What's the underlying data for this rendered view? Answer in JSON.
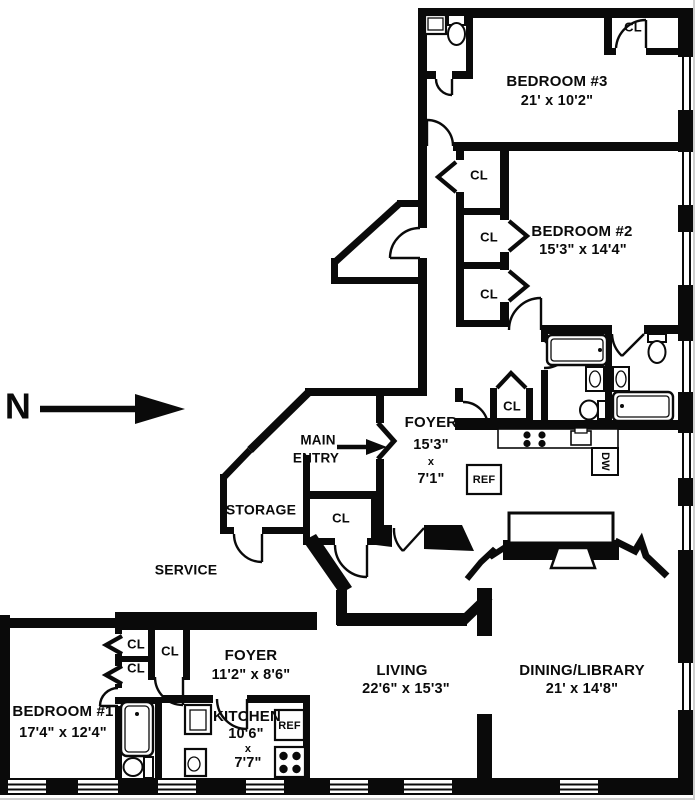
{
  "floorplan": {
    "compass_label": "N",
    "entry": {
      "line1": "MAIN",
      "line2": "ENTRY"
    },
    "closet_label": "CL",
    "appliances": {
      "fridge": "REF",
      "dishwasher": "DW"
    },
    "areas": {
      "storage": "STORAGE",
      "service": "SERVICE"
    },
    "rooms": {
      "bedroom3": {
        "name": "BEDROOM #3",
        "dims": "21' x 10'2\""
      },
      "bedroom2": {
        "name": "BEDROOM #2",
        "dims": "15'3\" x 14'4\""
      },
      "bedroom1": {
        "name": "BEDROOM #1",
        "dims": "17'4\" x 12'4\""
      },
      "foyer_main": {
        "name": "FOYER",
        "dim_w": "15'3\"",
        "dim_sep": "x",
        "dim_h": "7'1\""
      },
      "foyer_lower": {
        "name": "FOYER",
        "dims": "11'2\" x 8'6\""
      },
      "kitchen": {
        "name": "KITCHEN",
        "dim_w": "10'6\"",
        "dim_sep": "x",
        "dim_h": "7'7\""
      },
      "living": {
        "name": "LIVING",
        "dims": "22'6\" x 15'3\""
      },
      "dining": {
        "name": "DINING/LIBRARY",
        "dims": "21' x 14'8\""
      }
    }
  }
}
